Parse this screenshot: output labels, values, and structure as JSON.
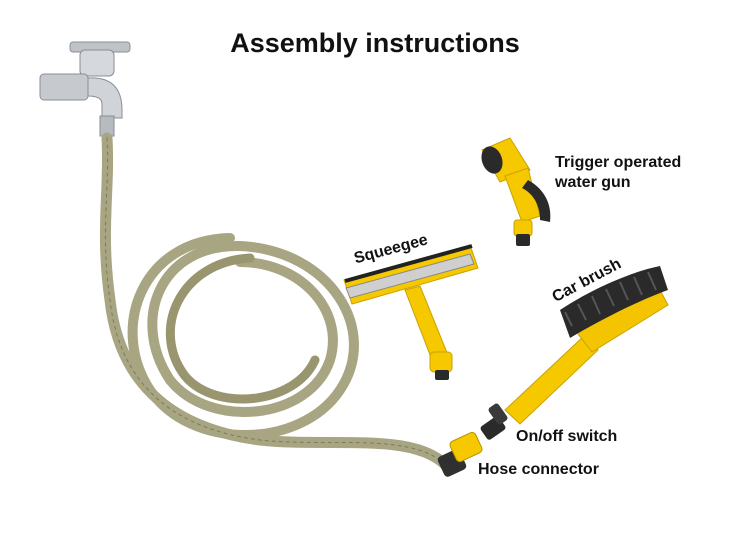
{
  "title": "Assembly instructions",
  "labels": {
    "trigger_gun": "Trigger operated\nwater gun",
    "trigger_gun_line1": "Trigger operated",
    "trigger_gun_line2": "water gun",
    "squeegee": "Squeegee",
    "car_brush": "Car brush",
    "onoff_switch": "On/off switch",
    "hose_connector": "Hose connector"
  },
  "colors": {
    "hose": "#a8a582",
    "hose_dark": "#7d7a5c",
    "plastic_yellow": "#f6c800",
    "bristles": "#2a2a2a",
    "chrome": "#c9ccd1"
  }
}
